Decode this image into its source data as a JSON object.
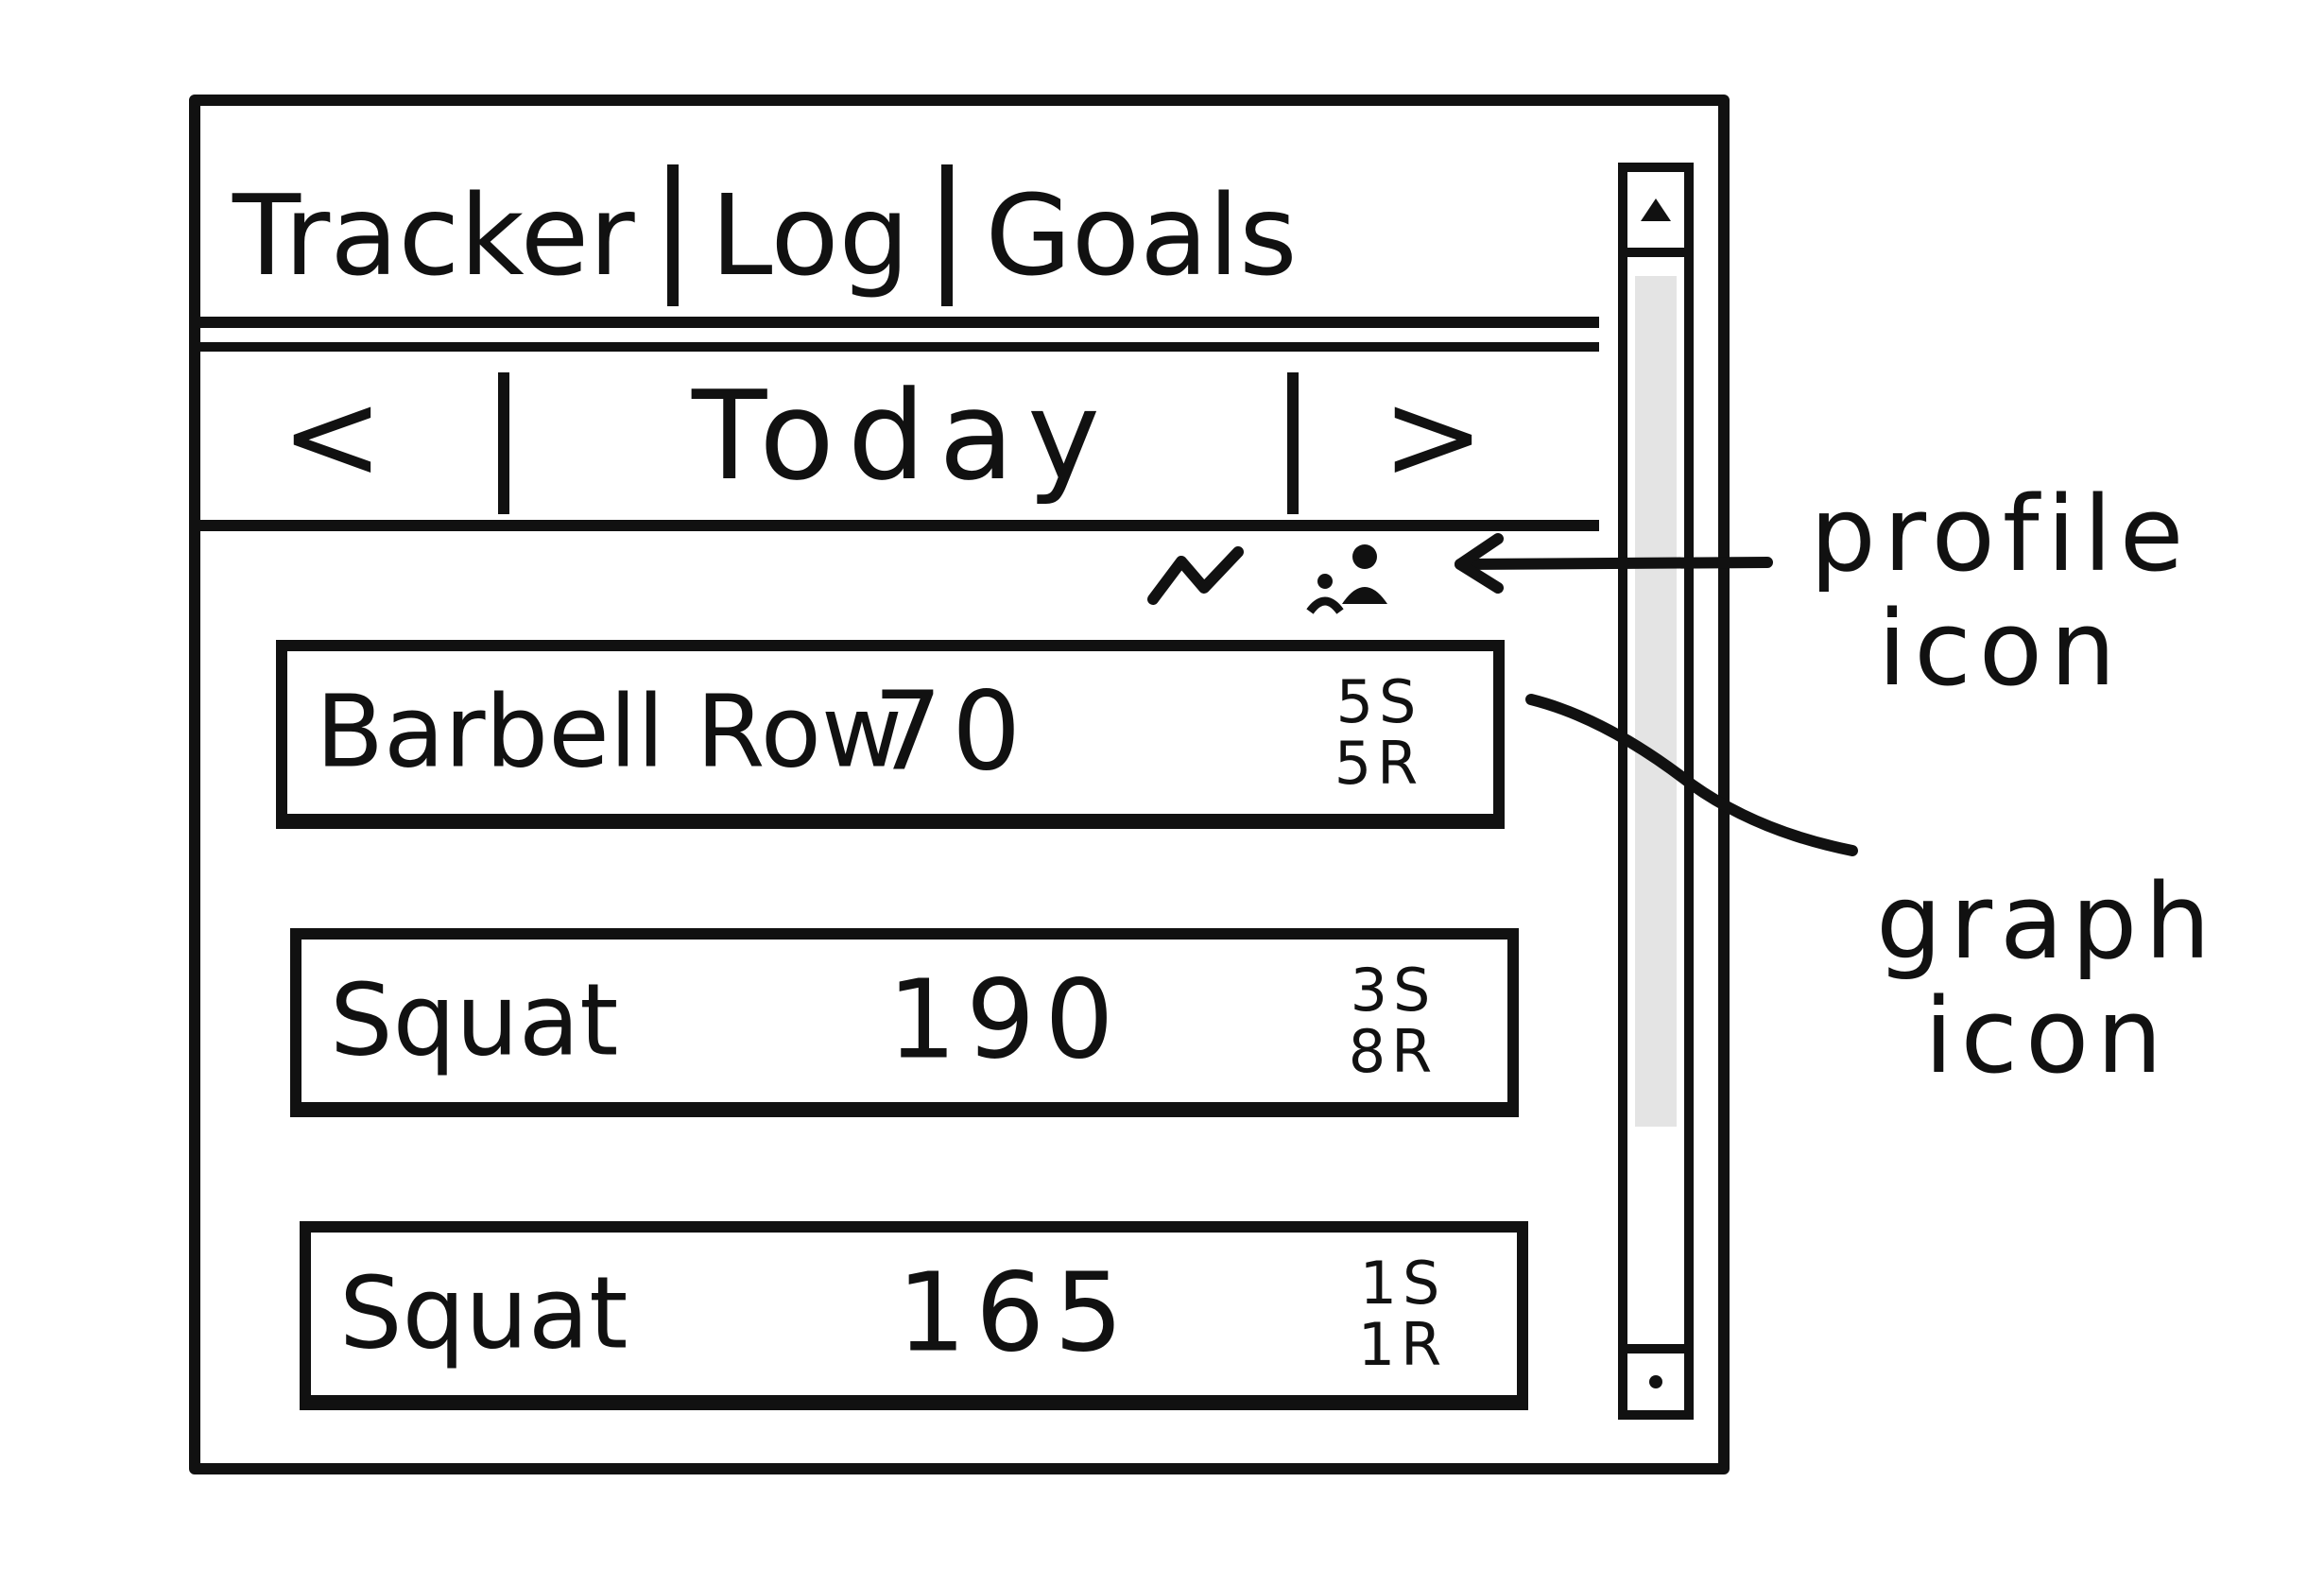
{
  "tabs": [
    {
      "label": "Tracker"
    },
    {
      "label": "Log"
    },
    {
      "label": "Goals"
    }
  ],
  "date_nav": {
    "prev_label": "<",
    "current_label": "Today",
    "next_label": ">"
  },
  "icons": {
    "graph": "graph-icon",
    "profile": "profile-icon"
  },
  "exercises": [
    {
      "name": "Barbell Row",
      "weight": "70",
      "sets": "5S",
      "reps": "5R"
    },
    {
      "name": "Squat",
      "weight": "190",
      "sets": "3S",
      "reps": "8R"
    },
    {
      "name": "Squat",
      "weight": "165",
      "sets": "1S",
      "reps": "1R"
    }
  ],
  "annotations": {
    "profile": [
      "profile",
      "icon"
    ],
    "graph": [
      "graph",
      "icon"
    ]
  }
}
